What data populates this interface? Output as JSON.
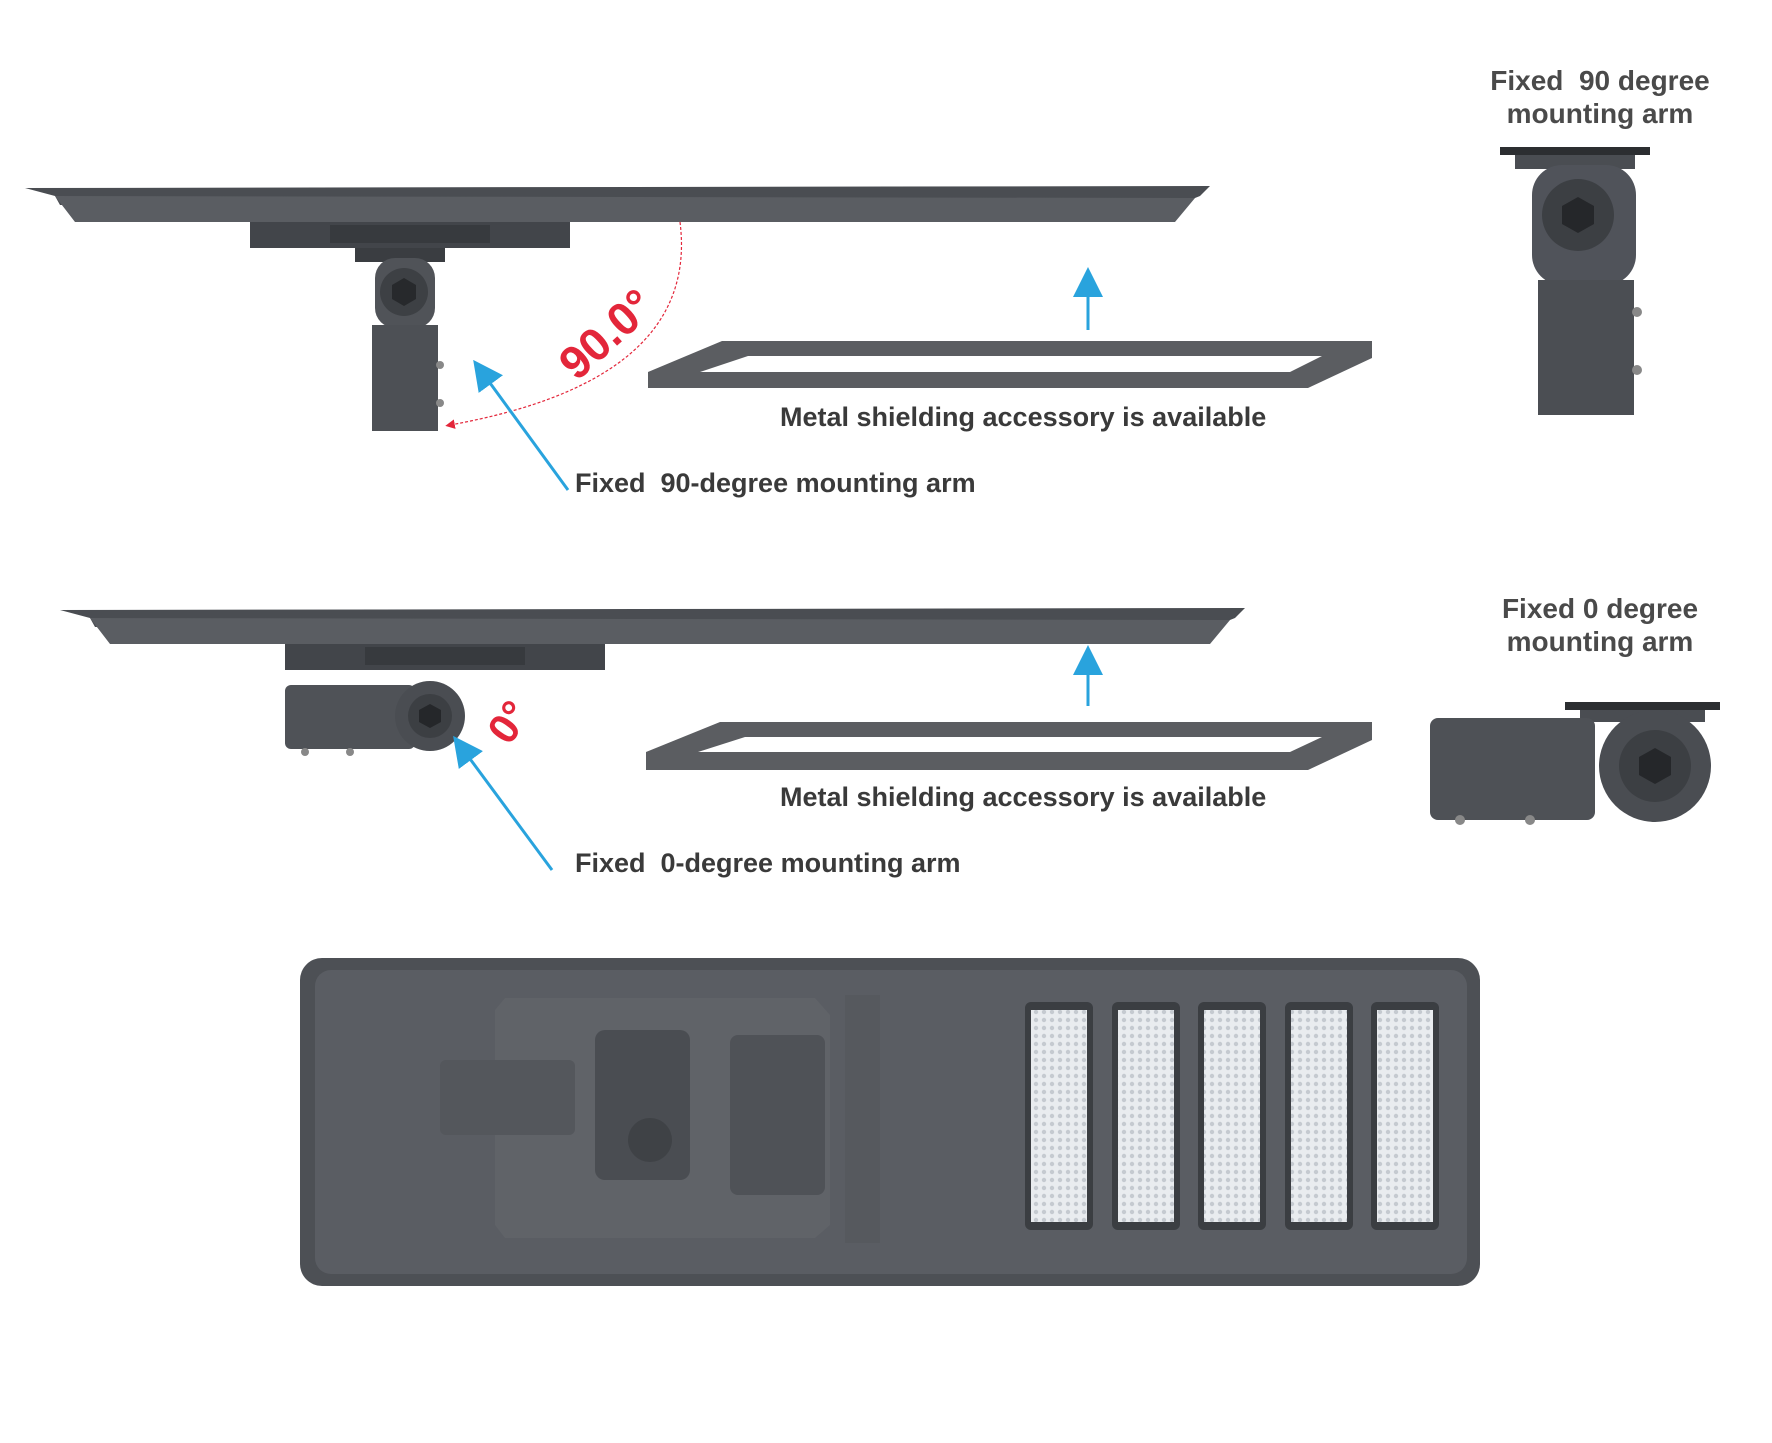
{
  "labels": {
    "side_top_line1": "Fixed  90 degree",
    "side_top_line2": "mounting arm",
    "side_bottom_line1": "Fixed 0 degree",
    "side_bottom_line2": "mounting arm",
    "shield_top": "Metal shielding accessory is available",
    "shield_bottom": "Metal shielding accessory is available",
    "arm_top": "Fixed  90-degree mounting arm",
    "arm_bottom": "Fixed  0-degree mounting arm",
    "angle_top": "90.0°",
    "angle_bottom": "0°"
  },
  "colors": {
    "housing": "#4a4d52",
    "housing_dark": "#35383c",
    "shield": "#5b5d61",
    "arrow": "#29a3dd",
    "angle": "#e3263a",
    "text": "#3a3a3a"
  },
  "led_module_count": 5
}
